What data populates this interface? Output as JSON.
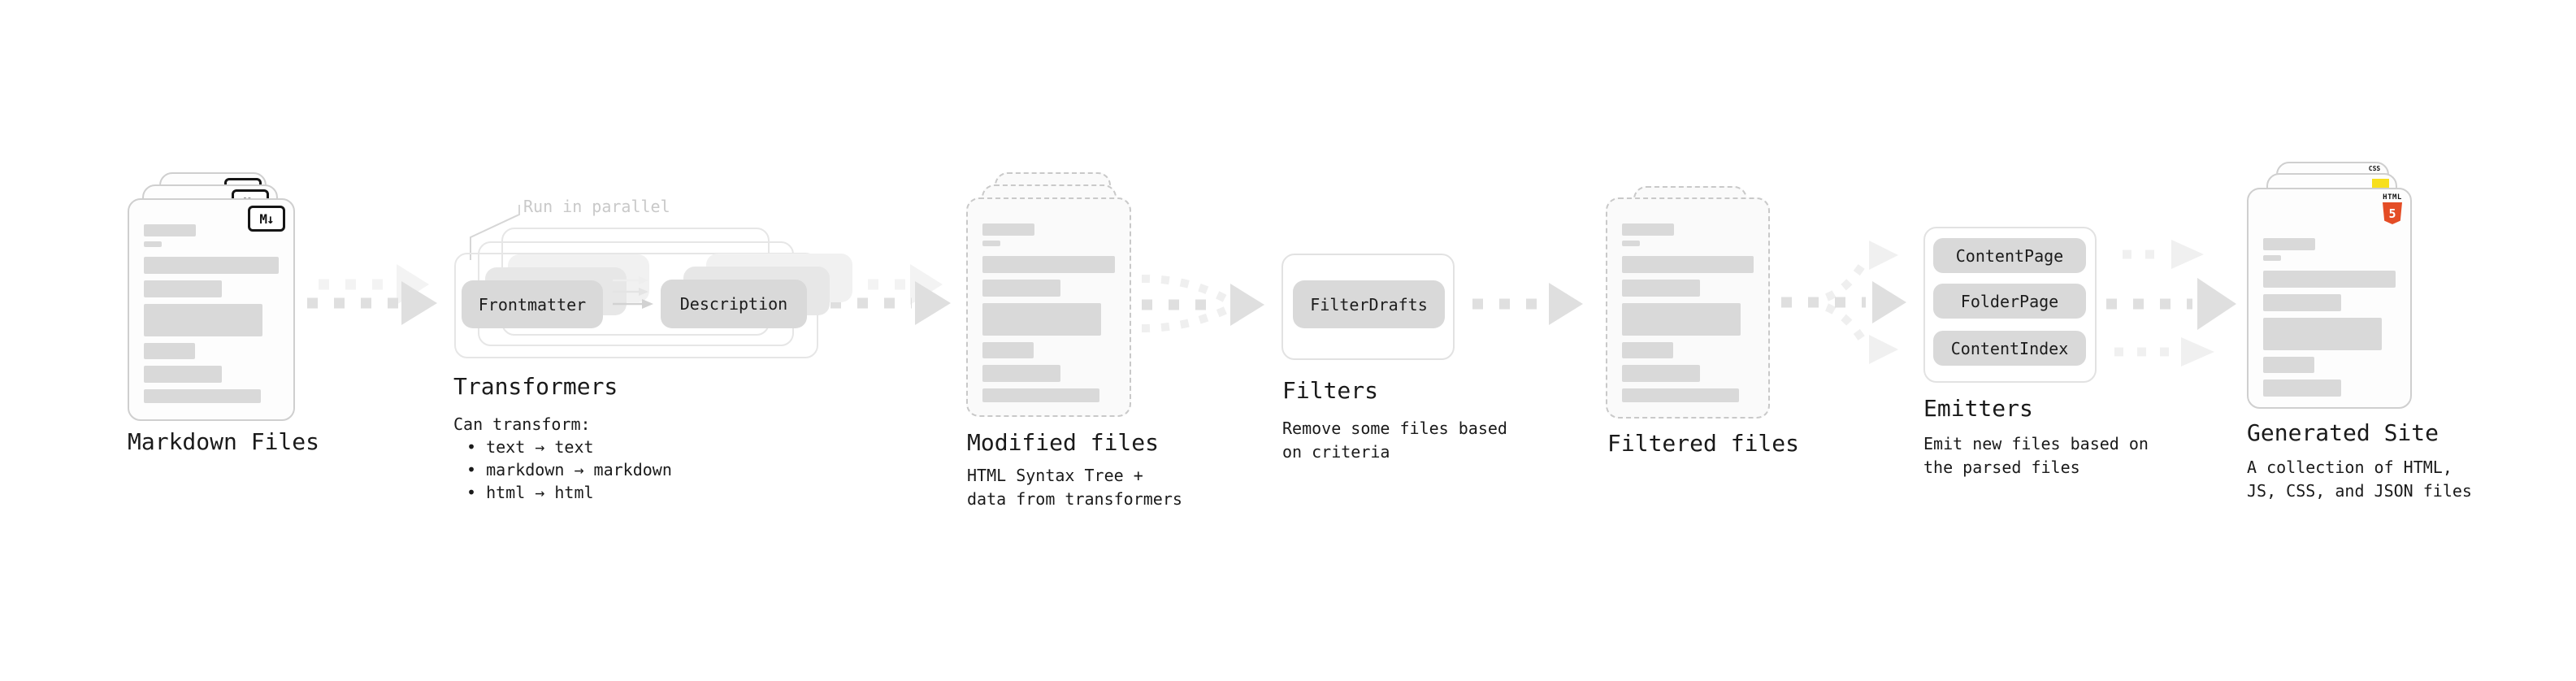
{
  "pipeline": {
    "stages": {
      "markdown": {
        "title": "Markdown Files",
        "icon": "M↓"
      },
      "transformers": {
        "title": "Transformers",
        "note": "Run in parallel",
        "nodes": {
          "frontmatter": "Frontmatter",
          "description": "Description"
        },
        "caption_heading": "Can transform:",
        "items": [
          "text → text",
          "markdown → markdown",
          "html → html"
        ]
      },
      "modified": {
        "title": "Modified files",
        "caption_lines": [
          "HTML Syntax Tree +",
          "data from transformers"
        ]
      },
      "filters": {
        "title": "Filters",
        "node": "FilterDrafts",
        "caption_lines": [
          "Remove some files based",
          "on criteria"
        ]
      },
      "filtered": {
        "title": "Filtered files"
      },
      "emitters": {
        "title": "Emitters",
        "nodes": [
          "ContentPage",
          "FolderPage",
          "ContentIndex"
        ],
        "caption_lines": [
          "Emit new files based on",
          "the parsed files"
        ]
      },
      "generated": {
        "title": "Generated Site",
        "caption_lines": [
          "A collection of HTML,",
          "JS, CSS, and JSON files"
        ],
        "icons": {
          "css_label": "CSS",
          "html_label": "HTML",
          "html_number": "5"
        }
      }
    },
    "colors": {
      "text": "#1a1a1a",
      "muted_note": "#c9c9c9",
      "bar_fill": "#d9d9d9",
      "node_fill": "#d9d9d9",
      "card_border": "#cfcfcf",
      "arrow": "#dfdfdf",
      "html5_orange": "#e44d26",
      "js_yellow": "#f7df1e",
      "css_blue": "#2965f1"
    }
  }
}
